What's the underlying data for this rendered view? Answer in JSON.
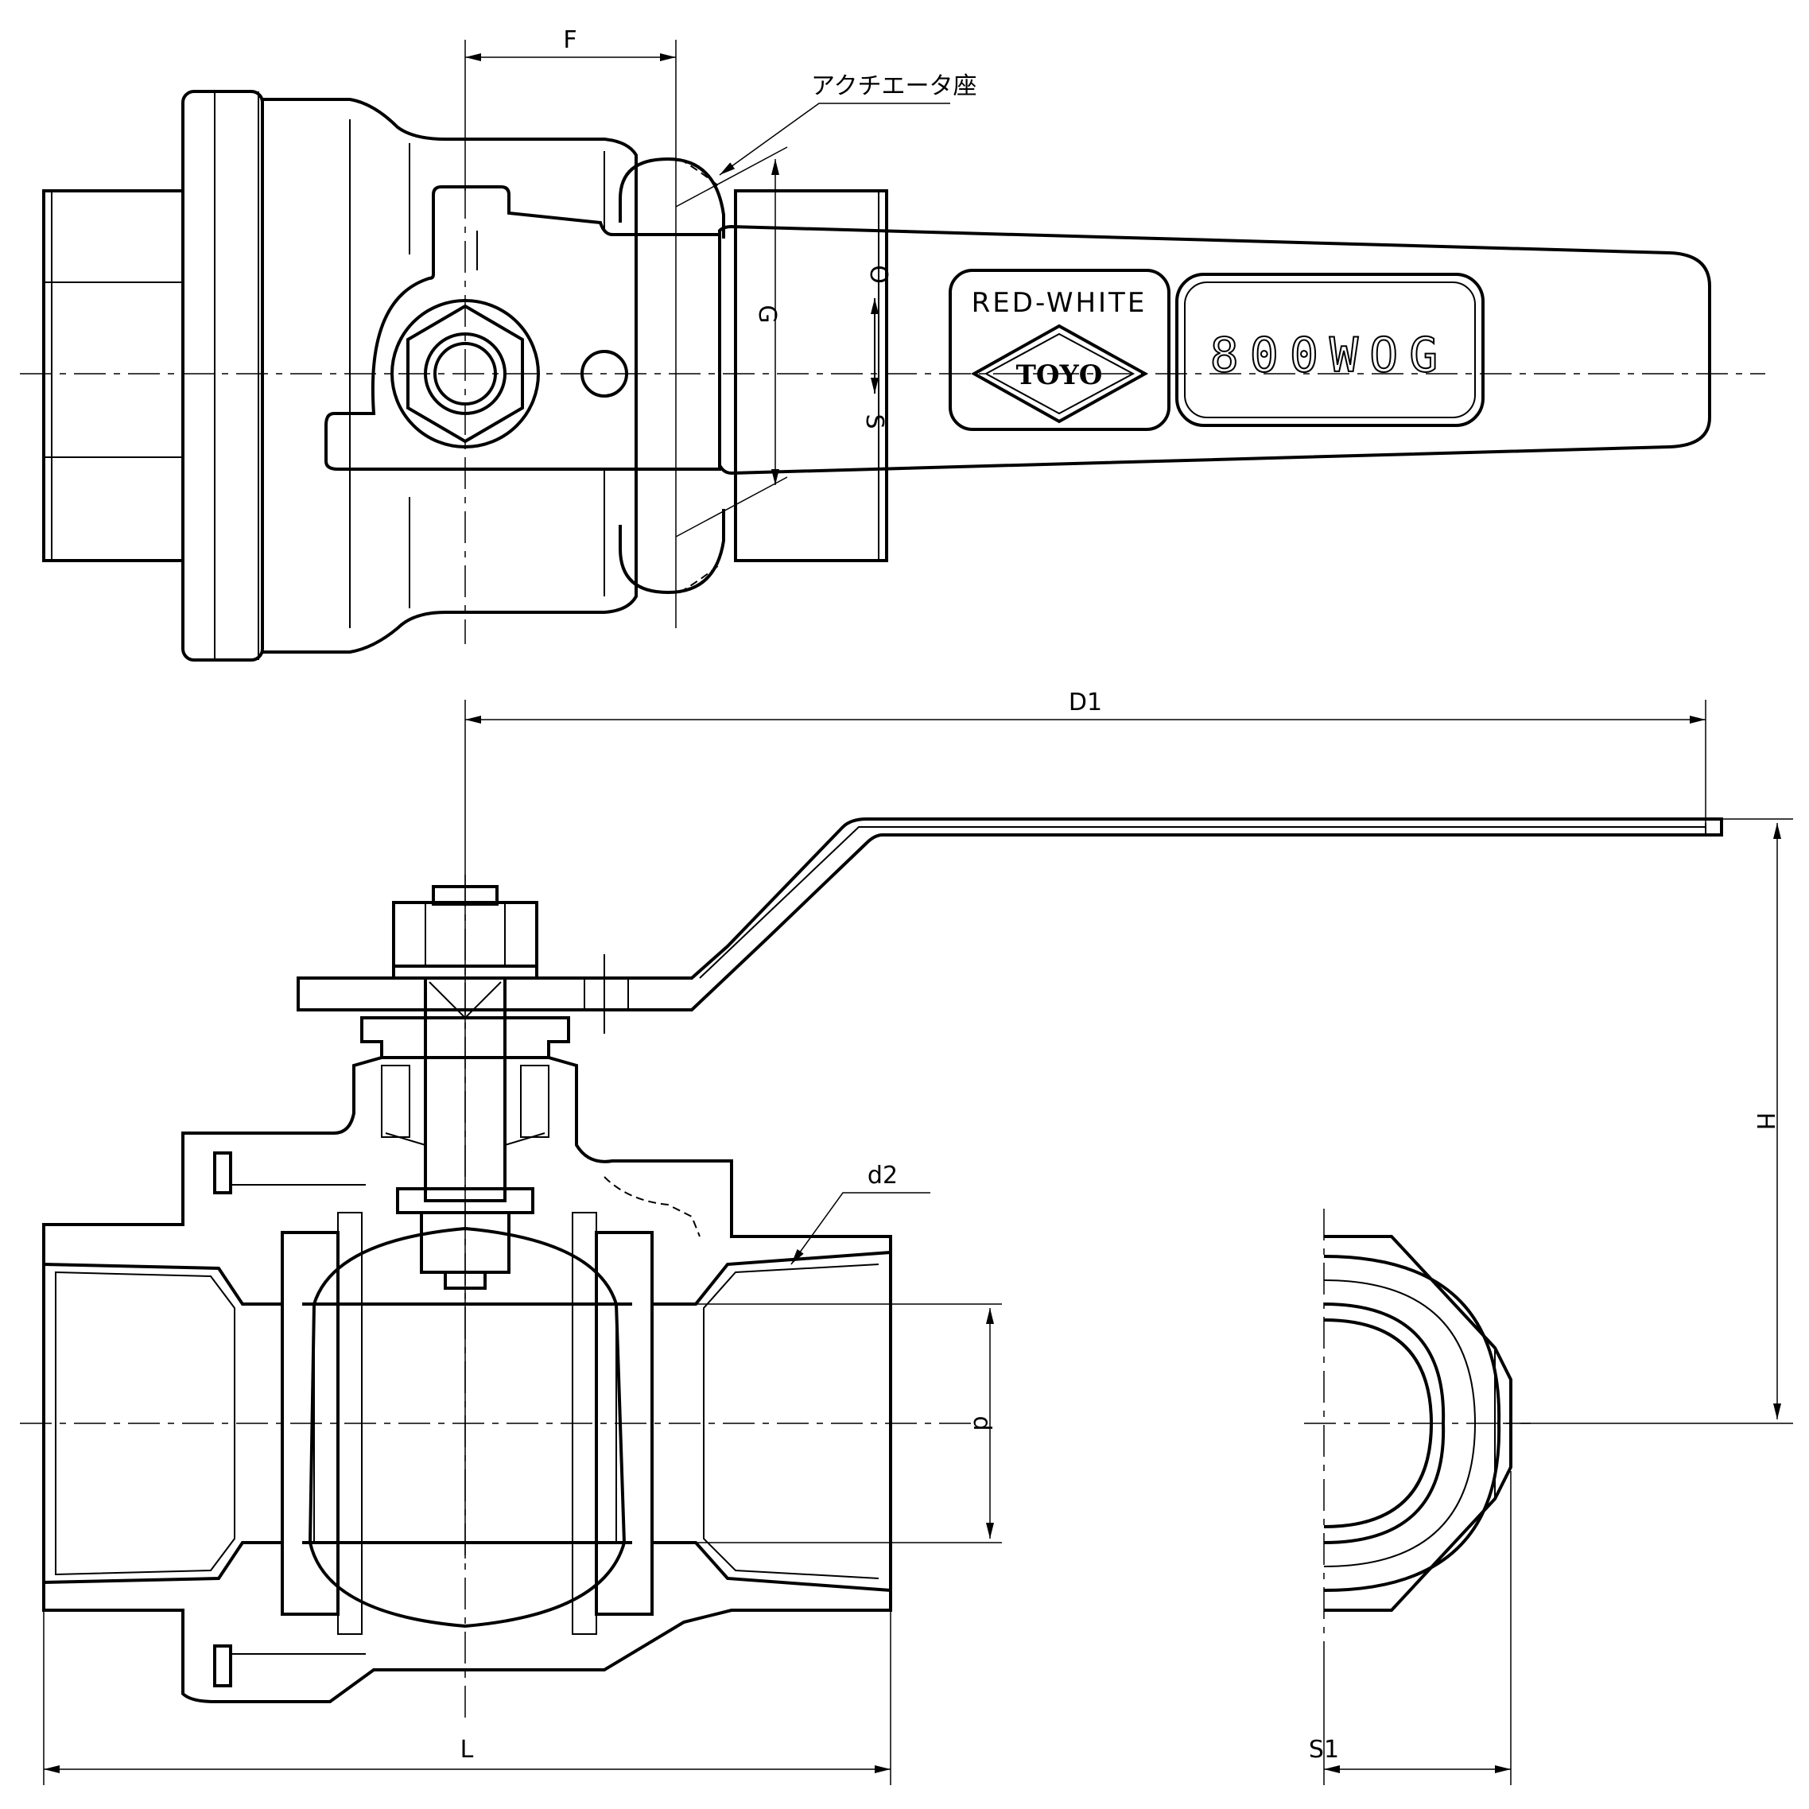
{
  "dimensions": {
    "F": "F",
    "G": "G",
    "D1": "D1",
    "H": "H",
    "d": "d",
    "d2": "d2",
    "L": "L",
    "S1": "S1"
  },
  "annotations": {
    "actuator_seat": "アクチエータ座"
  },
  "handle": {
    "brand": "RED-WHITE",
    "logo": "TOYO",
    "rating": "800WOG",
    "open_mark": "O",
    "shut_mark": "S"
  }
}
